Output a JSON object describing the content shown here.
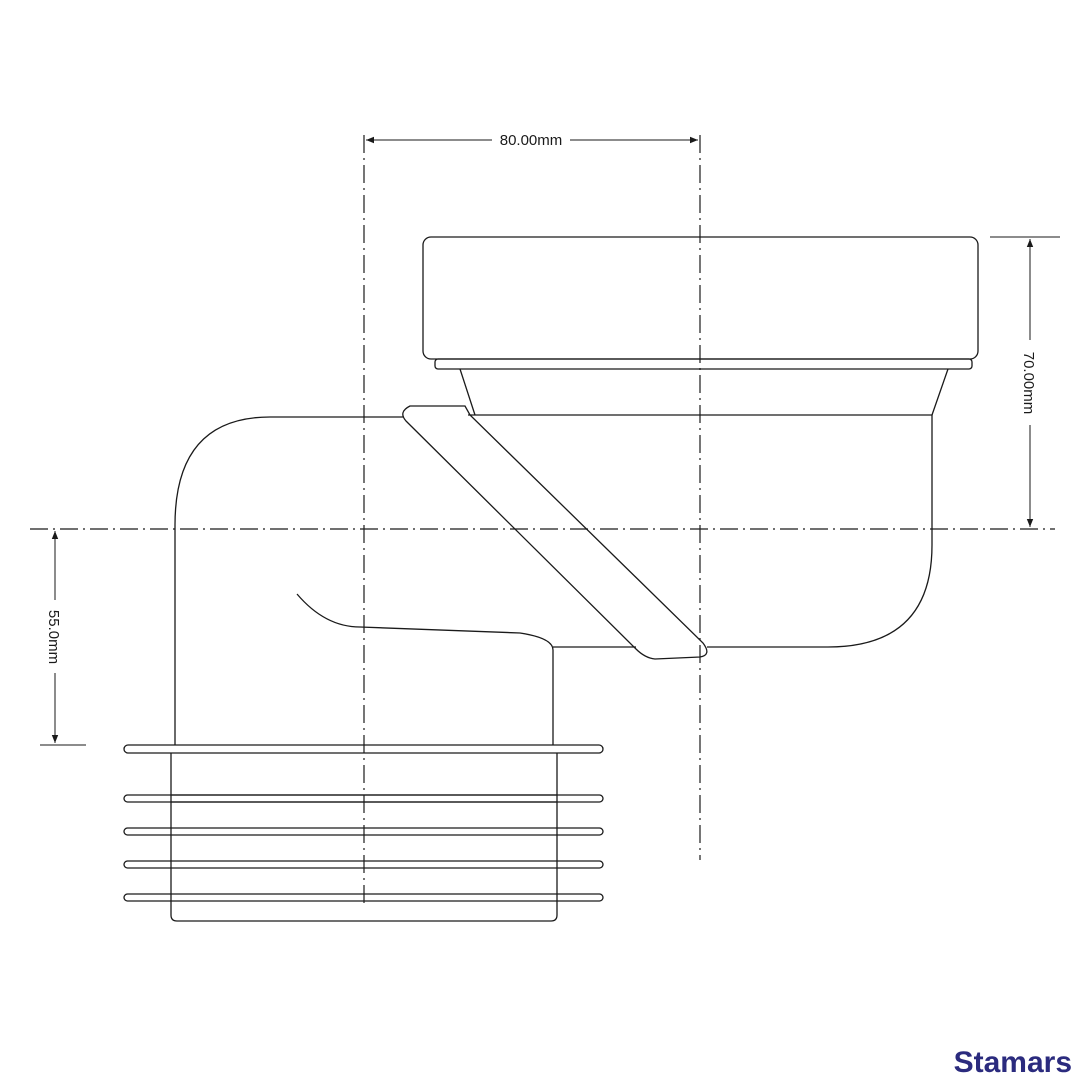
{
  "drawing": {
    "dimensions": {
      "horizontal_offset": "80.00mm",
      "top_height": "70.00mm",
      "bottom_height": "55.0mm"
    },
    "brand": {
      "logo_text": "Stamars",
      "color": "#2b2b7e"
    }
  }
}
